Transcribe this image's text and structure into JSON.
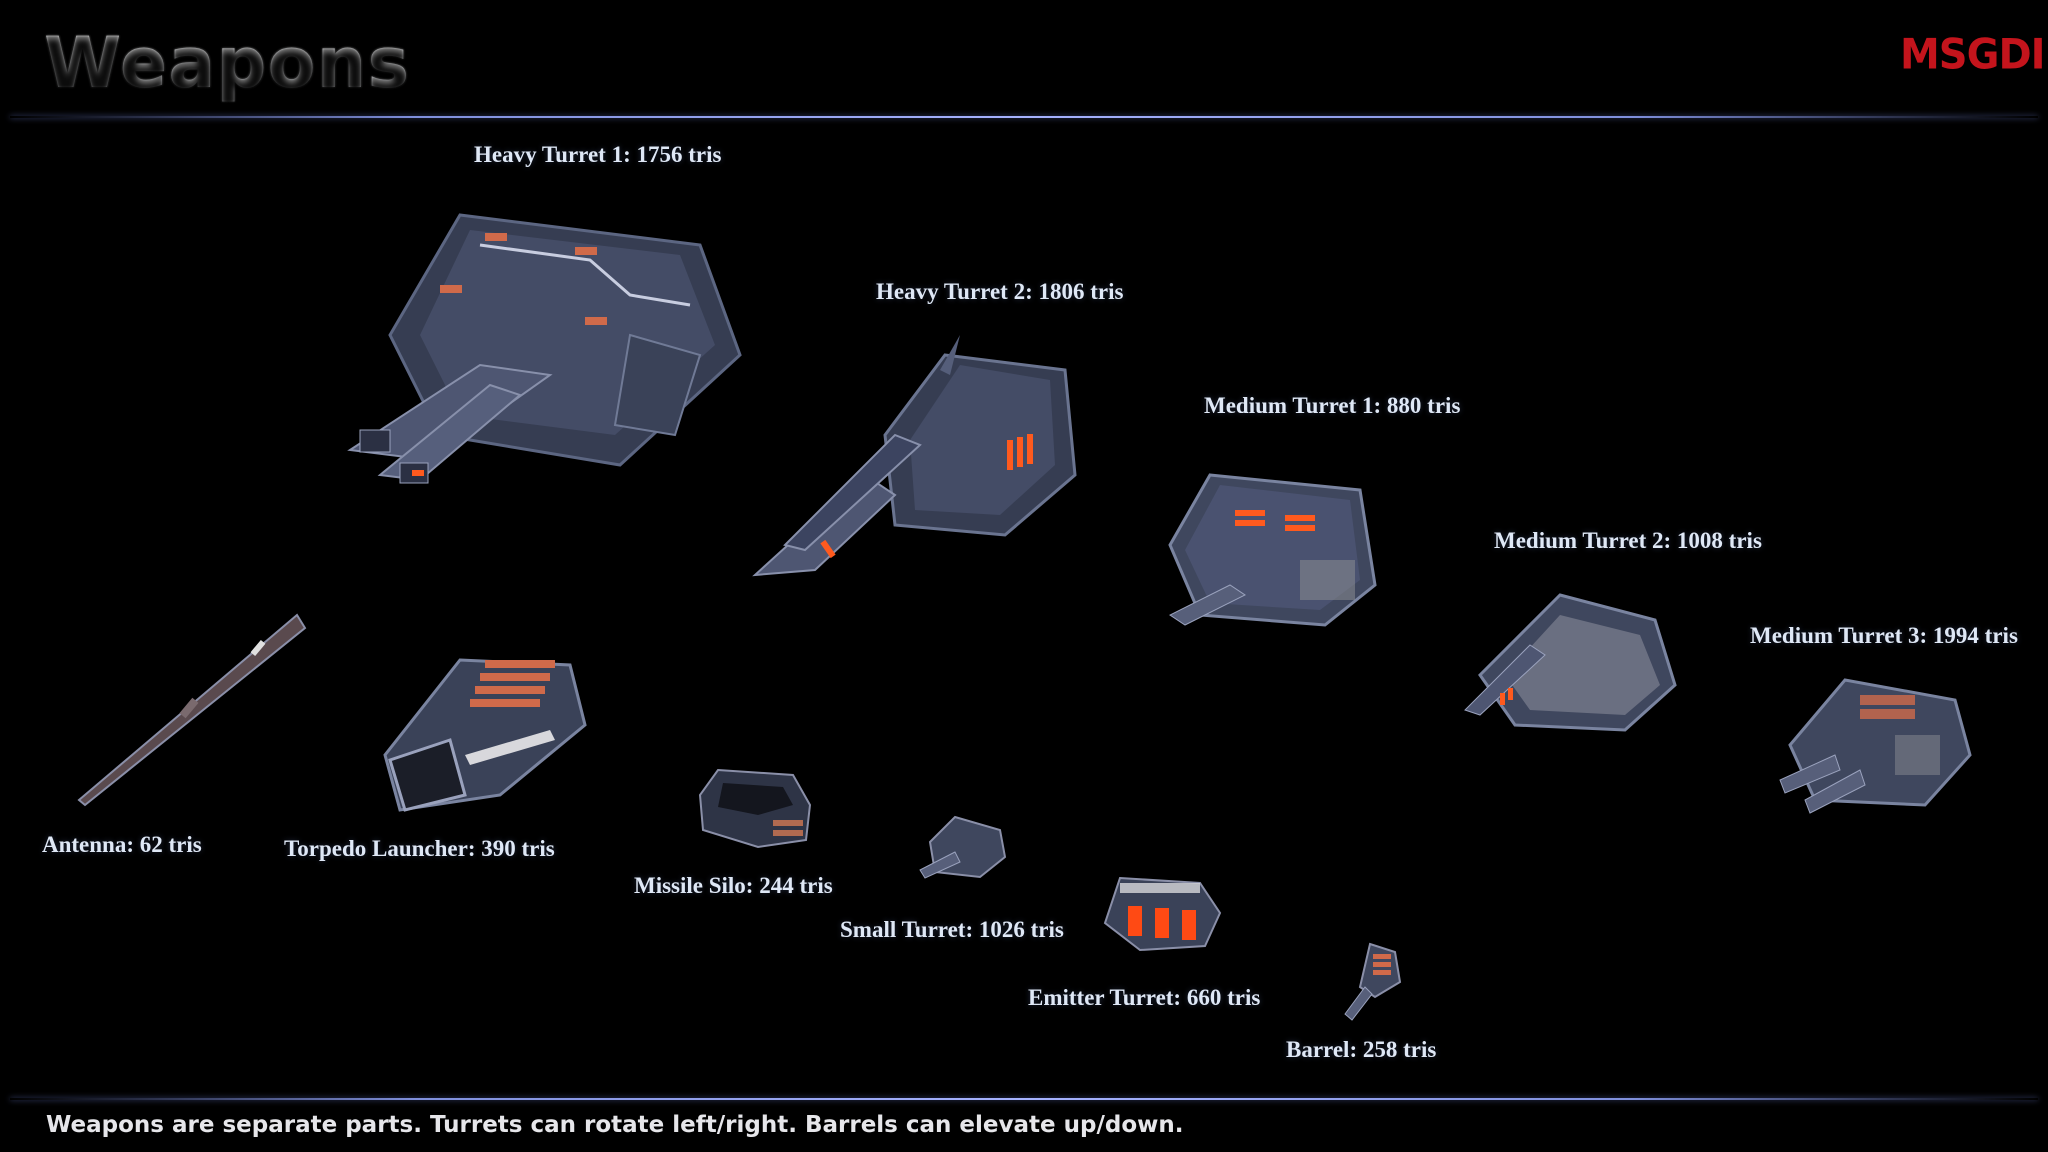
{
  "header": {
    "title": "Weapons",
    "logo_text": "MSGDI"
  },
  "labels": {
    "heavy_turret_1": "Heavy Turret 1: 1756 tris",
    "heavy_turret_2": "Heavy Turret 2: 1806 tris",
    "medium_turret_1": "Medium Turret 1: 880 tris",
    "medium_turret_2": "Medium Turret 2: 1008 tris",
    "medium_turret_3": "Medium Turret 3: 1994 tris",
    "antenna": "Antenna: 62 tris",
    "torpedo_launcher": "Torpedo Launcher: 390 tris",
    "missile_silo": "Missile Silo: 244 tris",
    "small_turret": "Small Turret: 1026 tris",
    "emitter_turret": "Emitter Turret: 660 tris",
    "barrel": "Barrel: 258 tris"
  },
  "footer": {
    "text": "Weapons are separate parts. Turrets can rotate left/right. Barrels can elevate up/down."
  },
  "colors": {
    "background": "#000000",
    "rule": "#a6b2ff",
    "label": "#dfe8f6",
    "logo": "#c4141c",
    "hull": "#3a4258",
    "glow": "#ff5a1e"
  }
}
